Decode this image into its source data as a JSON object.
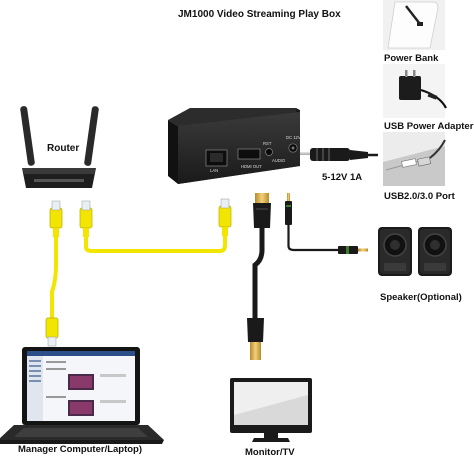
{
  "title": "JM1000 Video Streaming Play Box",
  "labels": {
    "router": "Router",
    "power_bank": "Power Bank",
    "usb_power_adapter": "USB Power Adapter",
    "usb_port": "USB2.0/3.0 Port",
    "dc_input": "5-12V 1A",
    "speaker": "Speaker(Optional)",
    "monitor": "Monitor/TV",
    "laptop": "Manager Computer/Laptop)"
  },
  "box_ports": {
    "lan": "LAN",
    "hdmi": "HDMI OUT",
    "rst": "RST",
    "audio": "AUDIO",
    "dc": "DC 12V"
  },
  "colors": {
    "ethernet_cable": "#f2e600",
    "box": "#1e1e1e",
    "hdmi_tip": "#d9b14a"
  }
}
